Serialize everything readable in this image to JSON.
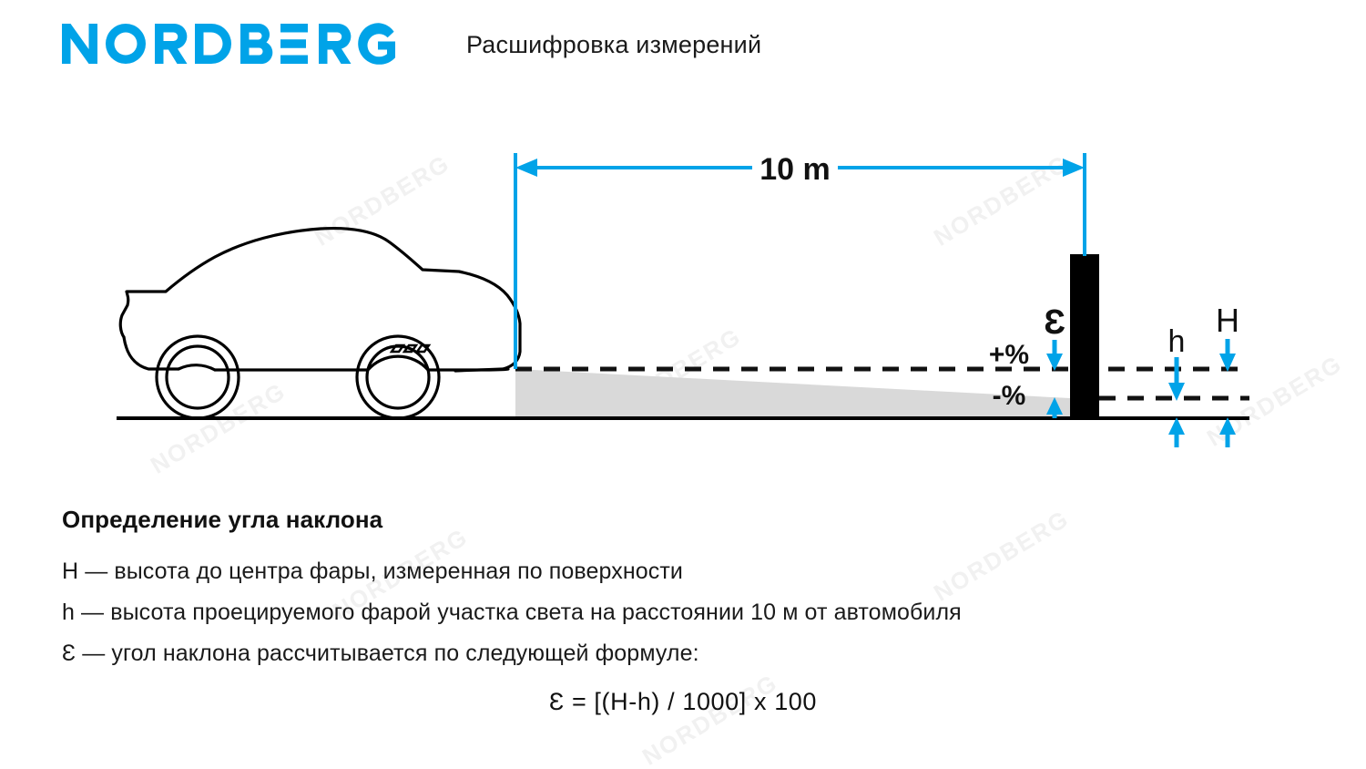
{
  "header": {
    "logo_text": "NORDBERG",
    "logo_color": "#00A3E8",
    "title": "Расшифровка измерений"
  },
  "watermark": {
    "text": "NORDBERG",
    "color": "#f1f1f1"
  },
  "diagram": {
    "distance_label": "10 m",
    "epsilon_label": "Ɛ",
    "plus_percent_label": "+%",
    "minus_percent_label": "-%",
    "h_small_label": "h",
    "h_large_label": "H",
    "accent_color": "#00A3E8",
    "beam_color": "#d9d9d9",
    "board_color": "#000000",
    "ground_color": "#000000",
    "car_outline_color": "#000000"
  },
  "body_text": {
    "heading": "Определение угла наклона",
    "line_1": "H — высота до центра фары, измеренная по поверхности",
    "line_2": "h — высота проецируемого фарой участка света на расстоянии 10 м от автомобиля",
    "line_3": "Ɛ — угол наклона рассчитывается по следующей формуле:",
    "formula": "Ɛ = [(H-h) / 1000] x 100"
  }
}
